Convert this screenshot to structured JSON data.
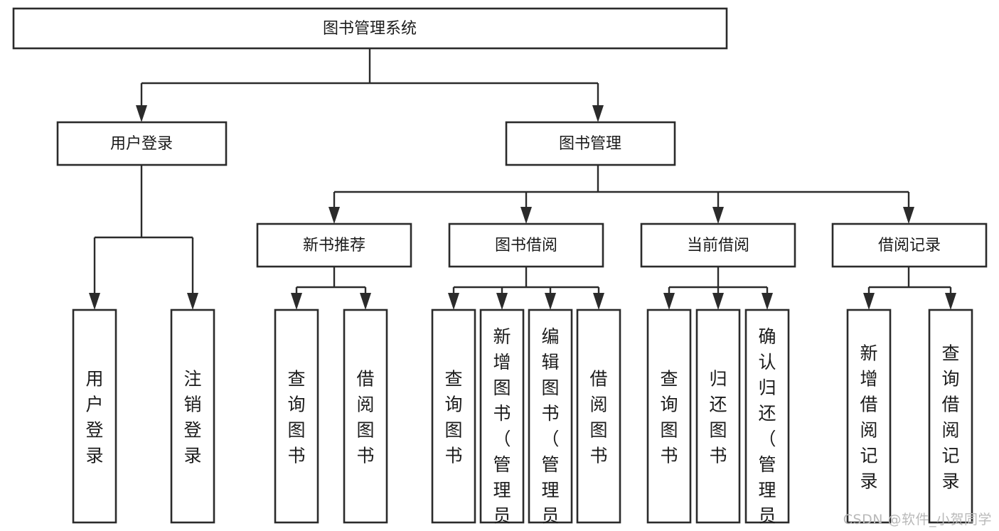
{
  "diagram": {
    "type": "tree-hierarchy",
    "orientation": "top-down",
    "title": "图书管理系统",
    "colors": {
      "background": "#ffffff",
      "box_fill": "#ffffff",
      "box_stroke": "#2b2b2b",
      "text": "#1b1b1b",
      "watermark": "#b9b9b9"
    },
    "root": {
      "label": "图书管理系统"
    },
    "level2": [
      {
        "label": "用户登录"
      },
      {
        "label": "图书管理"
      }
    ],
    "level3": [
      {
        "label": "新书推荐"
      },
      {
        "label": "图书借阅"
      },
      {
        "label": "当前借阅"
      },
      {
        "label": "借阅记录"
      }
    ],
    "leaves": {
      "user_login": [
        {
          "label": "用户登录"
        },
        {
          "label": "注销登录"
        }
      ],
      "new_book_recommend": [
        {
          "label": "查询图书"
        },
        {
          "label": "借阅图书"
        }
      ],
      "book_borrow": [
        {
          "label": "查询图书"
        },
        {
          "label": "新增图书（管理员）"
        },
        {
          "label": "编辑图书（管理员）"
        },
        {
          "label": "借阅图书"
        }
      ],
      "current_borrow": [
        {
          "label": "查询图书"
        },
        {
          "label": "归还图书"
        },
        {
          "label": "确认归还（管理员）"
        }
      ],
      "borrow_record": [
        {
          "label": "新增借阅记录"
        },
        {
          "label": "查询借阅记录"
        }
      ]
    },
    "watermark": "CSDN @软件_小贺同学"
  }
}
